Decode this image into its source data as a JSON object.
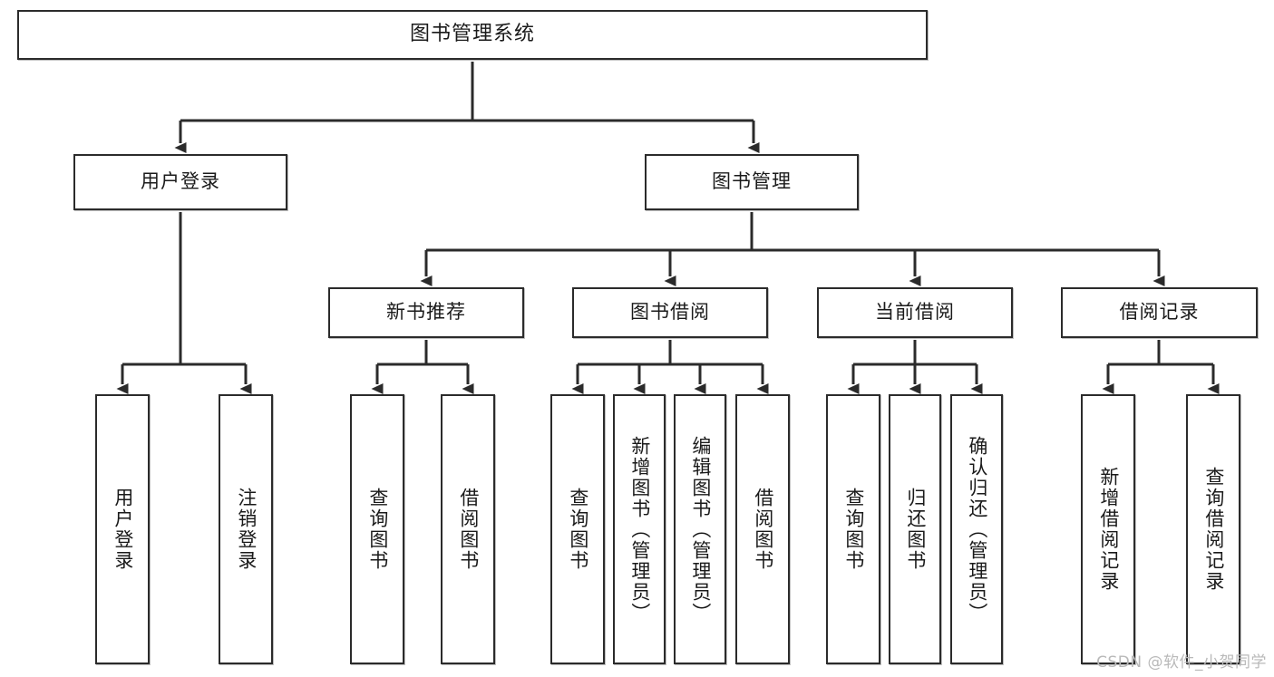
{
  "diagram": {
    "title": "图书管理系统",
    "type": "tree",
    "stroke_color": "#2b2b2b",
    "fill_color": "#ffffff",
    "text_color": "#1a1a1a"
  },
  "nodes": {
    "root": {
      "label": "图书管理系统"
    },
    "level2": [
      {
        "id": "user-login",
        "label": "用户登录"
      },
      {
        "id": "book-manage",
        "label": "图书管理"
      }
    ],
    "level3": [
      {
        "id": "new-book-recommend",
        "label": "新书推荐"
      },
      {
        "id": "book-borrow",
        "label": "图书借阅"
      },
      {
        "id": "current-borrow",
        "label": "当前借阅"
      },
      {
        "id": "borrow-record",
        "label": "借阅记录"
      }
    ],
    "leaves": [
      {
        "id": "leaf-user-login",
        "label": "用户登录",
        "parent": "user-login"
      },
      {
        "id": "leaf-user-logout",
        "label": "注销登录",
        "parent": "user-login"
      },
      {
        "id": "leaf-query-book-1",
        "label": "查询图书",
        "parent": "new-book-recommend"
      },
      {
        "id": "leaf-borrow-book-1",
        "label": "借阅图书",
        "parent": "new-book-recommend"
      },
      {
        "id": "leaf-query-book-2",
        "label": "查询图书",
        "parent": "book-borrow"
      },
      {
        "id": "leaf-add-book",
        "label": "新增图书（管理员）",
        "parent": "book-borrow"
      },
      {
        "id": "leaf-edit-book",
        "label": "编辑图书（管理员）",
        "parent": "book-borrow"
      },
      {
        "id": "leaf-borrow-book-2",
        "label": "借阅图书",
        "parent": "book-borrow"
      },
      {
        "id": "leaf-query-book-3",
        "label": "查询图书",
        "parent": "current-borrow"
      },
      {
        "id": "leaf-return-book",
        "label": "归还图书",
        "parent": "current-borrow"
      },
      {
        "id": "leaf-confirm-return",
        "label": "确认归还（管理员）",
        "parent": "current-borrow"
      },
      {
        "id": "leaf-add-record",
        "label": "新增借阅记录",
        "parent": "borrow-record"
      },
      {
        "id": "leaf-query-record",
        "label": "查询借阅记录",
        "parent": "borrow-record"
      }
    ]
  },
  "watermark": {
    "text": "CSDN @软件_小贺同学"
  }
}
